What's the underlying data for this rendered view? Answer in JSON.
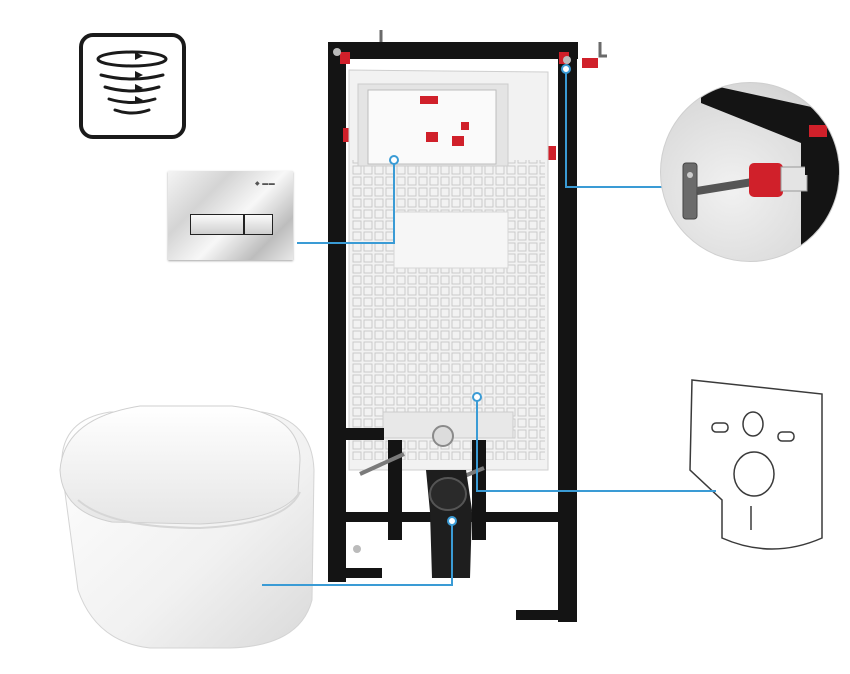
{
  "scene": {
    "type": "product-illustration",
    "items": [
      {
        "name": "rotating-flush-icon"
      },
      {
        "name": "chrome-flush-plate"
      },
      {
        "name": "installation-frame"
      },
      {
        "name": "bracket-zoom-detail"
      },
      {
        "name": "soundproof-mat"
      },
      {
        "name": "wall-hung-toilet"
      }
    ]
  },
  "colors": {
    "frame": "#141414",
    "cistern": "#f2f2f2",
    "accent_red": "#d0202a",
    "callout_line": "#3a9bd5"
  }
}
